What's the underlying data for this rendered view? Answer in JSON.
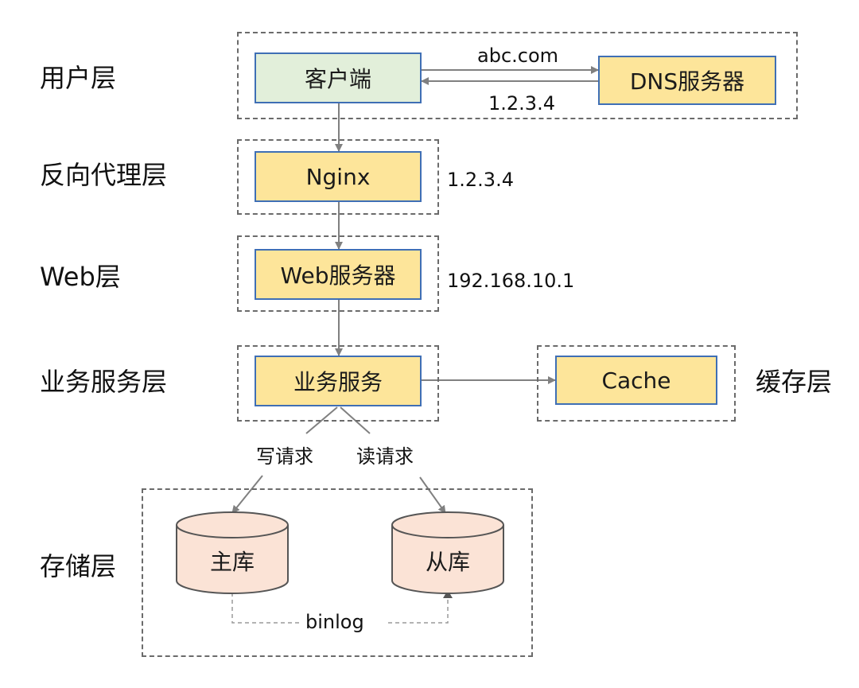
{
  "layers": {
    "user": "用户层",
    "proxy": "反向代理层",
    "web": "Web层",
    "business": "业务服务层",
    "cache": "缓存层",
    "storage": "存储层"
  },
  "nodes": {
    "client": "客户端",
    "dns": "DNS服务器",
    "nginx": "Nginx",
    "web_server": "Web服务器",
    "business_service": "业务服务",
    "cache": "Cache",
    "master_db": "主库",
    "slave_db": "从库"
  },
  "edges": {
    "dns_query": "abc.com",
    "dns_reply": "1.2.3.4",
    "nginx_ip": "1.2.3.4",
    "web_ip": "192.168.10.1",
    "write_request": "写请求",
    "read_request": "读请求",
    "replication": "binlog"
  },
  "colors": {
    "box_yellow": "#fde59a",
    "box_green": "#e2efda",
    "box_border": "#3f6fb5",
    "db_fill": "#fbe3d6",
    "dashed_border": "#6b6b6b",
    "arrow": "#808080"
  }
}
